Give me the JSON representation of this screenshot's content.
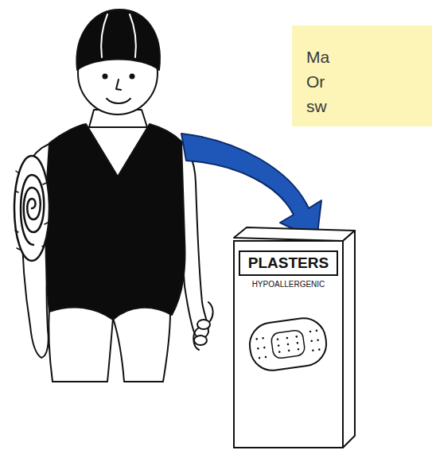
{
  "diagram": {
    "nodes": [
      {
        "text": [
          "Ma Or sw"
        ]
      },
      {
        "text": [
          "PLASTERS",
          "HYPOALLERGENIC"
        ]
      }
    ]
  }
}
